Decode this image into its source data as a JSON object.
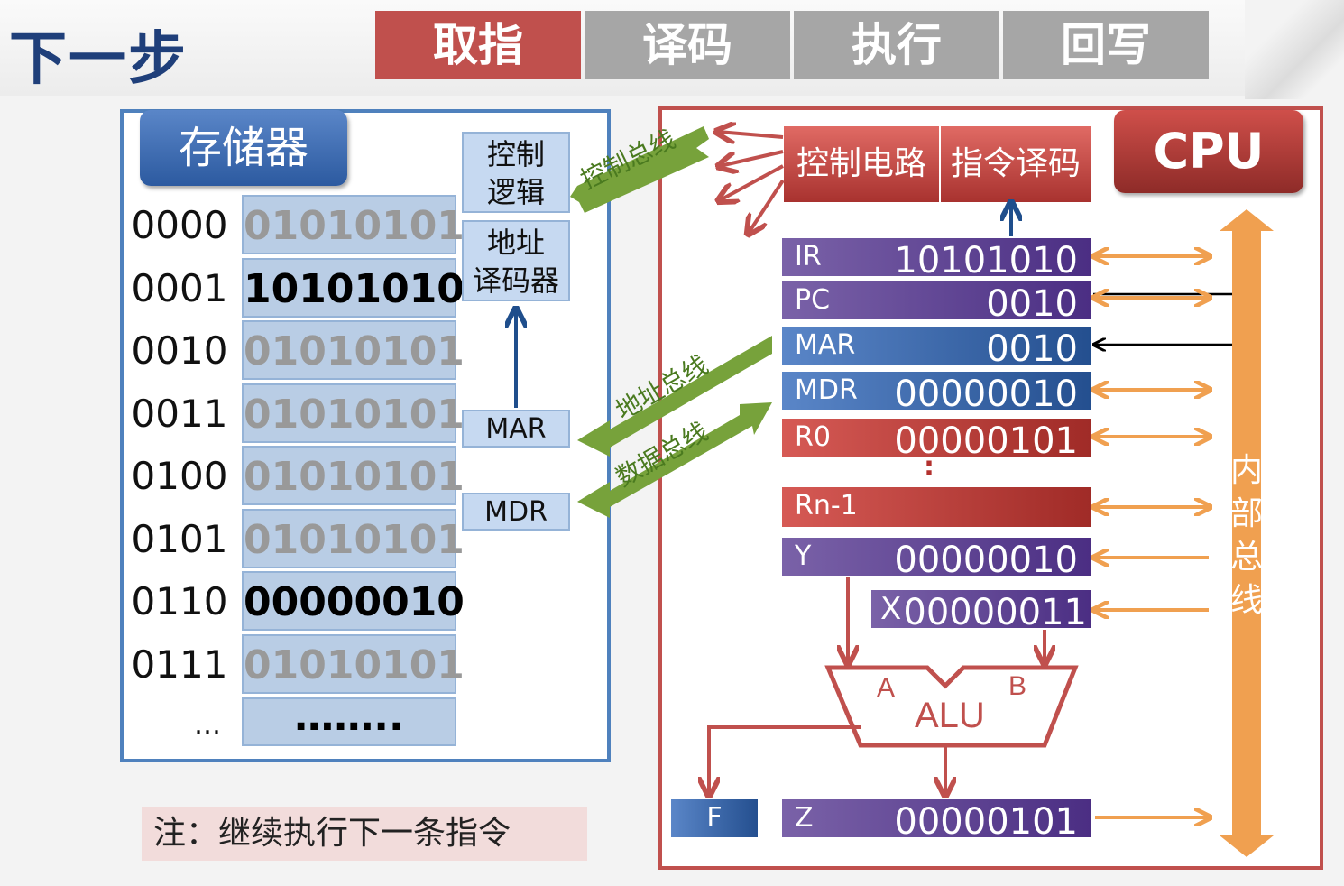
{
  "title": "下一步",
  "steps": [
    {
      "label": "取指",
      "active": true
    },
    {
      "label": "译码",
      "active": false
    },
    {
      "label": "执行",
      "active": false
    },
    {
      "label": "回写",
      "active": false
    }
  ],
  "memory": {
    "title": "存储器",
    "rows": [
      {
        "addr": "0000",
        "value": "01010101",
        "highlight": false
      },
      {
        "addr": "0001",
        "value": "10101010",
        "highlight": true
      },
      {
        "addr": "0010",
        "value": "01010101",
        "highlight": false
      },
      {
        "addr": "0011",
        "value": "01010101",
        "highlight": false
      },
      {
        "addr": "0100",
        "value": "01010101",
        "highlight": false
      },
      {
        "addr": "0101",
        "value": "01010101",
        "highlight": false
      },
      {
        "addr": "0110",
        "value": "00000010",
        "highlight": true
      },
      {
        "addr": "0111",
        "value": "01010101",
        "highlight": false
      }
    ],
    "more_addr": "…",
    "more_value": "……..",
    "control_logic_label": "控制逻辑",
    "control_logic_line1": "控制",
    "control_logic_line2": "逻辑",
    "addr_decoder_line1": "地址",
    "addr_decoder_line2": "译码器",
    "mar_label": "MAR",
    "mdr_label": "MDR"
  },
  "buses": {
    "control": "控制总线",
    "address": "地址总线",
    "data": "数据总线",
    "internal": "内部总线",
    "internal_chars": [
      "内",
      "部",
      "总",
      "线"
    ]
  },
  "cpu": {
    "title": "CPU",
    "control_circuit": "控制电路",
    "instruction_decoder": "指令译码",
    "registers": {
      "ir": {
        "name": "IR",
        "value": "10101010"
      },
      "pc": {
        "name": "PC",
        "value": "0010"
      },
      "mar": {
        "name": "MAR",
        "value": "0010"
      },
      "mdr": {
        "name": "MDR",
        "value": "00000010"
      },
      "r0": {
        "name": "R0",
        "value": "00000101"
      },
      "dots": ":",
      "rn1": {
        "name": "Rn-1",
        "value": ""
      },
      "y": {
        "name": "Y",
        "value": "00000010"
      },
      "x": {
        "name": "X",
        "value": "00000011"
      },
      "z": {
        "name": "Z",
        "value": "00000101"
      },
      "f": {
        "name": "F"
      }
    },
    "alu": {
      "label": "ALU",
      "a": "A",
      "b": "B"
    }
  },
  "note": "注：继续执行下一条指令",
  "colors": {
    "step_active": "#c0504d",
    "step_inactive": "#a6a6a6",
    "memory_border": "#4f81bd",
    "cpu_border": "#c0504d",
    "bus_green": "#77a23b",
    "internal_bus_orange": "#f0a050",
    "register_purple": "#5b3f91",
    "register_blue": "#355fa3",
    "register_red": "#b3312e"
  }
}
